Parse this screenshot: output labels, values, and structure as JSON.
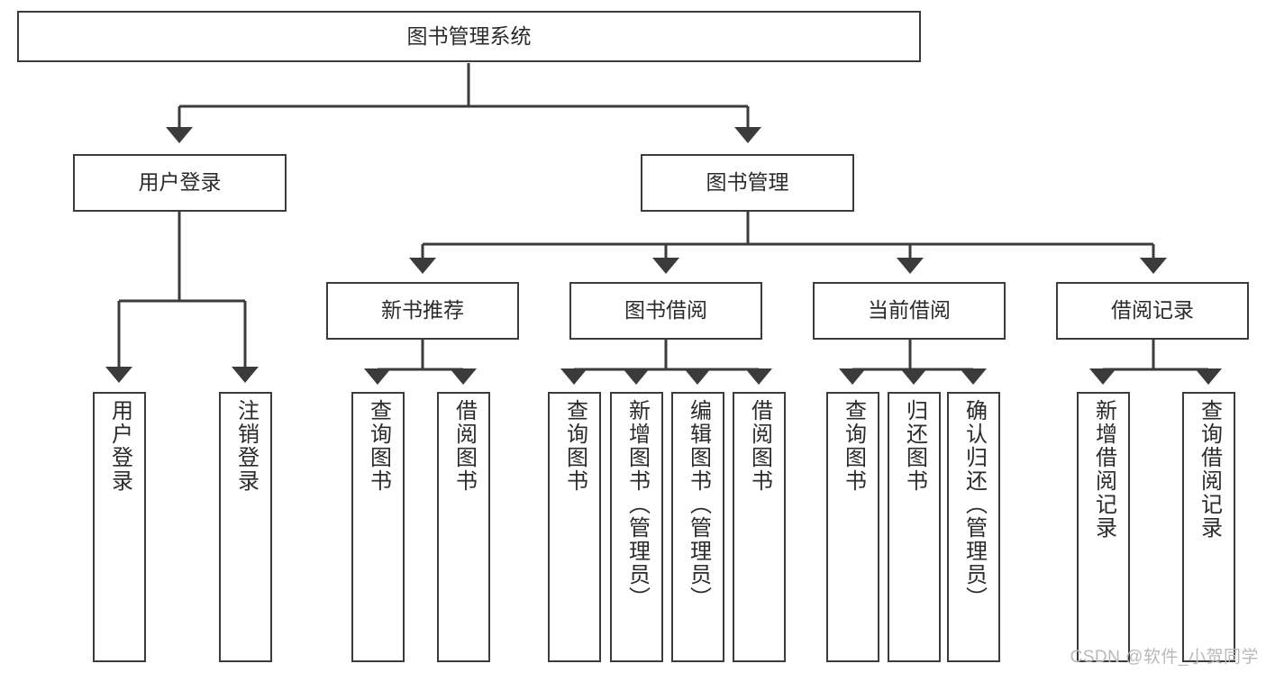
{
  "diagram": {
    "title": "图书管理系统",
    "type": "hierarchical-tree",
    "orientation": "top-down",
    "colors": {
      "node_border": "#3b3b3b",
      "node_fill": "#ffffff",
      "connector": "#3b3b3b",
      "text": "#2b2b2b",
      "watermark": "#b9b9b9",
      "background": "#ffffff"
    },
    "root": {
      "id": "root",
      "label": "图书管理系统"
    },
    "level1": [
      {
        "id": "user-login",
        "label": "用户登录"
      },
      {
        "id": "book-management",
        "label": "图书管理"
      }
    ],
    "level2": [
      {
        "id": "new-book-recommend",
        "label": "新书推荐",
        "parent": "book-management"
      },
      {
        "id": "book-borrow",
        "label": "图书借阅",
        "parent": "book-management"
      },
      {
        "id": "current-borrow",
        "label": "当前借阅",
        "parent": "book-management"
      },
      {
        "id": "borrow-record",
        "label": "借阅记录",
        "parent": "book-management"
      }
    ],
    "leaves": [
      {
        "id": "leaf-user-login",
        "label": "用户登录",
        "parent": "user-login"
      },
      {
        "id": "leaf-logout",
        "label": "注销登录",
        "parent": "user-login"
      },
      {
        "id": "leaf-query-book-1",
        "label": "查询图书",
        "parent": "new-book-recommend"
      },
      {
        "id": "leaf-borrow-book-1",
        "label": "借阅图书",
        "parent": "new-book-recommend"
      },
      {
        "id": "leaf-query-book-2",
        "label": "查询图书",
        "parent": "book-borrow"
      },
      {
        "id": "leaf-add-book",
        "label": "新增图书（管理员）",
        "parent": "book-borrow"
      },
      {
        "id": "leaf-edit-book",
        "label": "编辑图书（管理员）",
        "parent": "book-borrow"
      },
      {
        "id": "leaf-borrow-book-2",
        "label": "借阅图书",
        "parent": "book-borrow"
      },
      {
        "id": "leaf-query-book-3",
        "label": "查询图书",
        "parent": "current-borrow"
      },
      {
        "id": "leaf-return-book",
        "label": "归还图书",
        "parent": "current-borrow"
      },
      {
        "id": "leaf-confirm-return",
        "label": "确认归还（管理员）",
        "parent": "current-borrow"
      },
      {
        "id": "leaf-add-record",
        "label": "新增借阅记录",
        "parent": "borrow-record"
      },
      {
        "id": "leaf-query-record",
        "label": "查询借阅记录",
        "parent": "borrow-record"
      }
    ]
  },
  "watermark": {
    "text": "CSDN @软件_小贺同学"
  }
}
